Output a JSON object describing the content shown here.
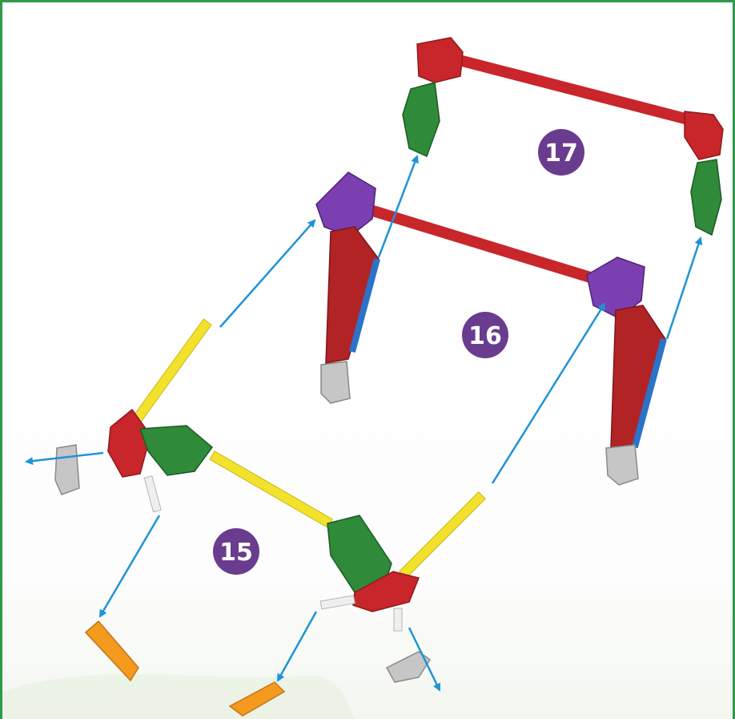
{
  "diagram": {
    "steps": [
      {
        "label": "17"
      },
      {
        "label": "16"
      },
      {
        "label": "15"
      }
    ],
    "colors": {
      "red": "#c8262a",
      "darkred": "#8e1a1d",
      "green": "#2f8a3a",
      "lightgreen": "#5fbf4a",
      "purple": "#7b3fb1",
      "yellow": "#f2e22c",
      "blue": "#2a73c9",
      "orange": "#f39a1f",
      "grey": "#b9b9b9",
      "white": "#efefef",
      "arrow": "#1f93d8",
      "badge": "#6a3c8f",
      "frame": "#2e9a4a"
    }
  }
}
